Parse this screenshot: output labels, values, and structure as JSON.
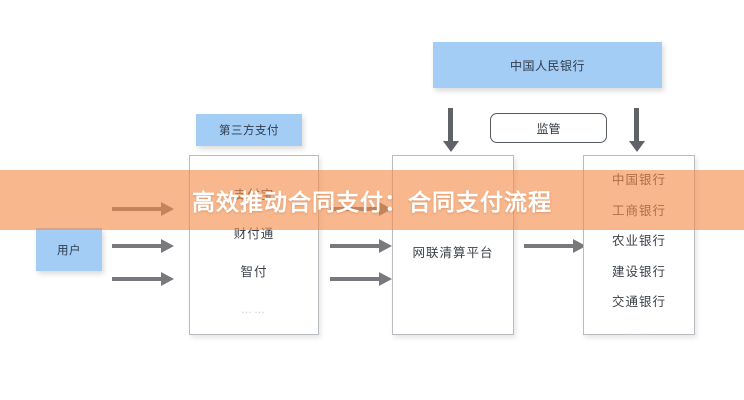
{
  "banner": {
    "title": "高效推动合同支付：合同支付流程",
    "color": "#f38a47",
    "text_color": "#ffffff"
  },
  "diagram": {
    "accent_blue": "#a3cdf5",
    "arrow_color": "#77797c",
    "central_bank": {
      "label": "中国人民银行"
    },
    "supervision": {
      "label": "监管"
    },
    "third_party_tag": {
      "label": "第三方支付"
    },
    "user": {
      "label": "用户"
    },
    "payment_column": {
      "items": [
        {
          "label": "支付宝"
        },
        {
          "label": "财付通"
        },
        {
          "label": "智付"
        },
        {
          "label": "……"
        }
      ]
    },
    "clearing_platform": {
      "items": [
        {
          "label": "网联清算平台"
        }
      ]
    },
    "bank_column": {
      "items": [
        {
          "label": "中国银行"
        },
        {
          "label": "工商银行"
        },
        {
          "label": "农业银行"
        },
        {
          "label": "建设银行"
        },
        {
          "label": "交通银行"
        },
        {
          "label": "……"
        }
      ]
    }
  }
}
